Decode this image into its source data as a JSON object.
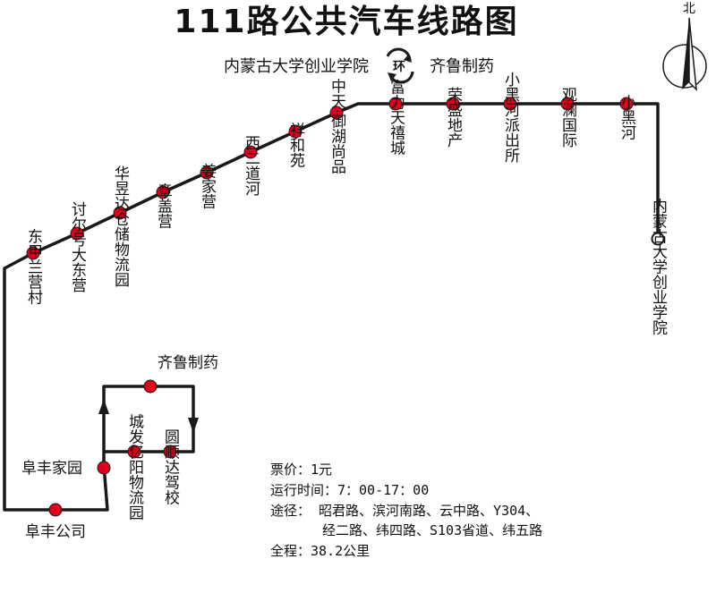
{
  "title": "111路公共汽车线路图",
  "loop": {
    "from": "内蒙古大学创业学院",
    "badge": "环",
    "to": "齐鲁制药"
  },
  "compass": {
    "label": "北"
  },
  "colors": {
    "line": "#1a1a1a",
    "stop": "#e0001b",
    "terminal": "#ffffff"
  },
  "stops": [
    "内蒙古大学创业学院",
    "小黑河",
    "观澜国际",
    "小黑河派出所",
    "荣盛地产",
    "富力天禧城",
    "中天·御湖尚品",
    "祥和苑",
    "西二道河",
    "姜家营",
    "章盖营",
    "华昱达仓储物流园",
    "讨尔号大东营",
    "东甲兰营村",
    "阜丰公司",
    "阜丰家园",
    "齐鲁制药",
    "圆顺达驾校",
    "城发亿阳物流园"
  ],
  "info": {
    "fare": "票价：1元",
    "hours": "运行时间：7：00-17：00",
    "route_1": "途径：  昭君路、滨河南路、云中路、Y304、",
    "route_2": "经二路、纬四路、S103省道、纬五路",
    "distance": "全程：38.2公里"
  }
}
